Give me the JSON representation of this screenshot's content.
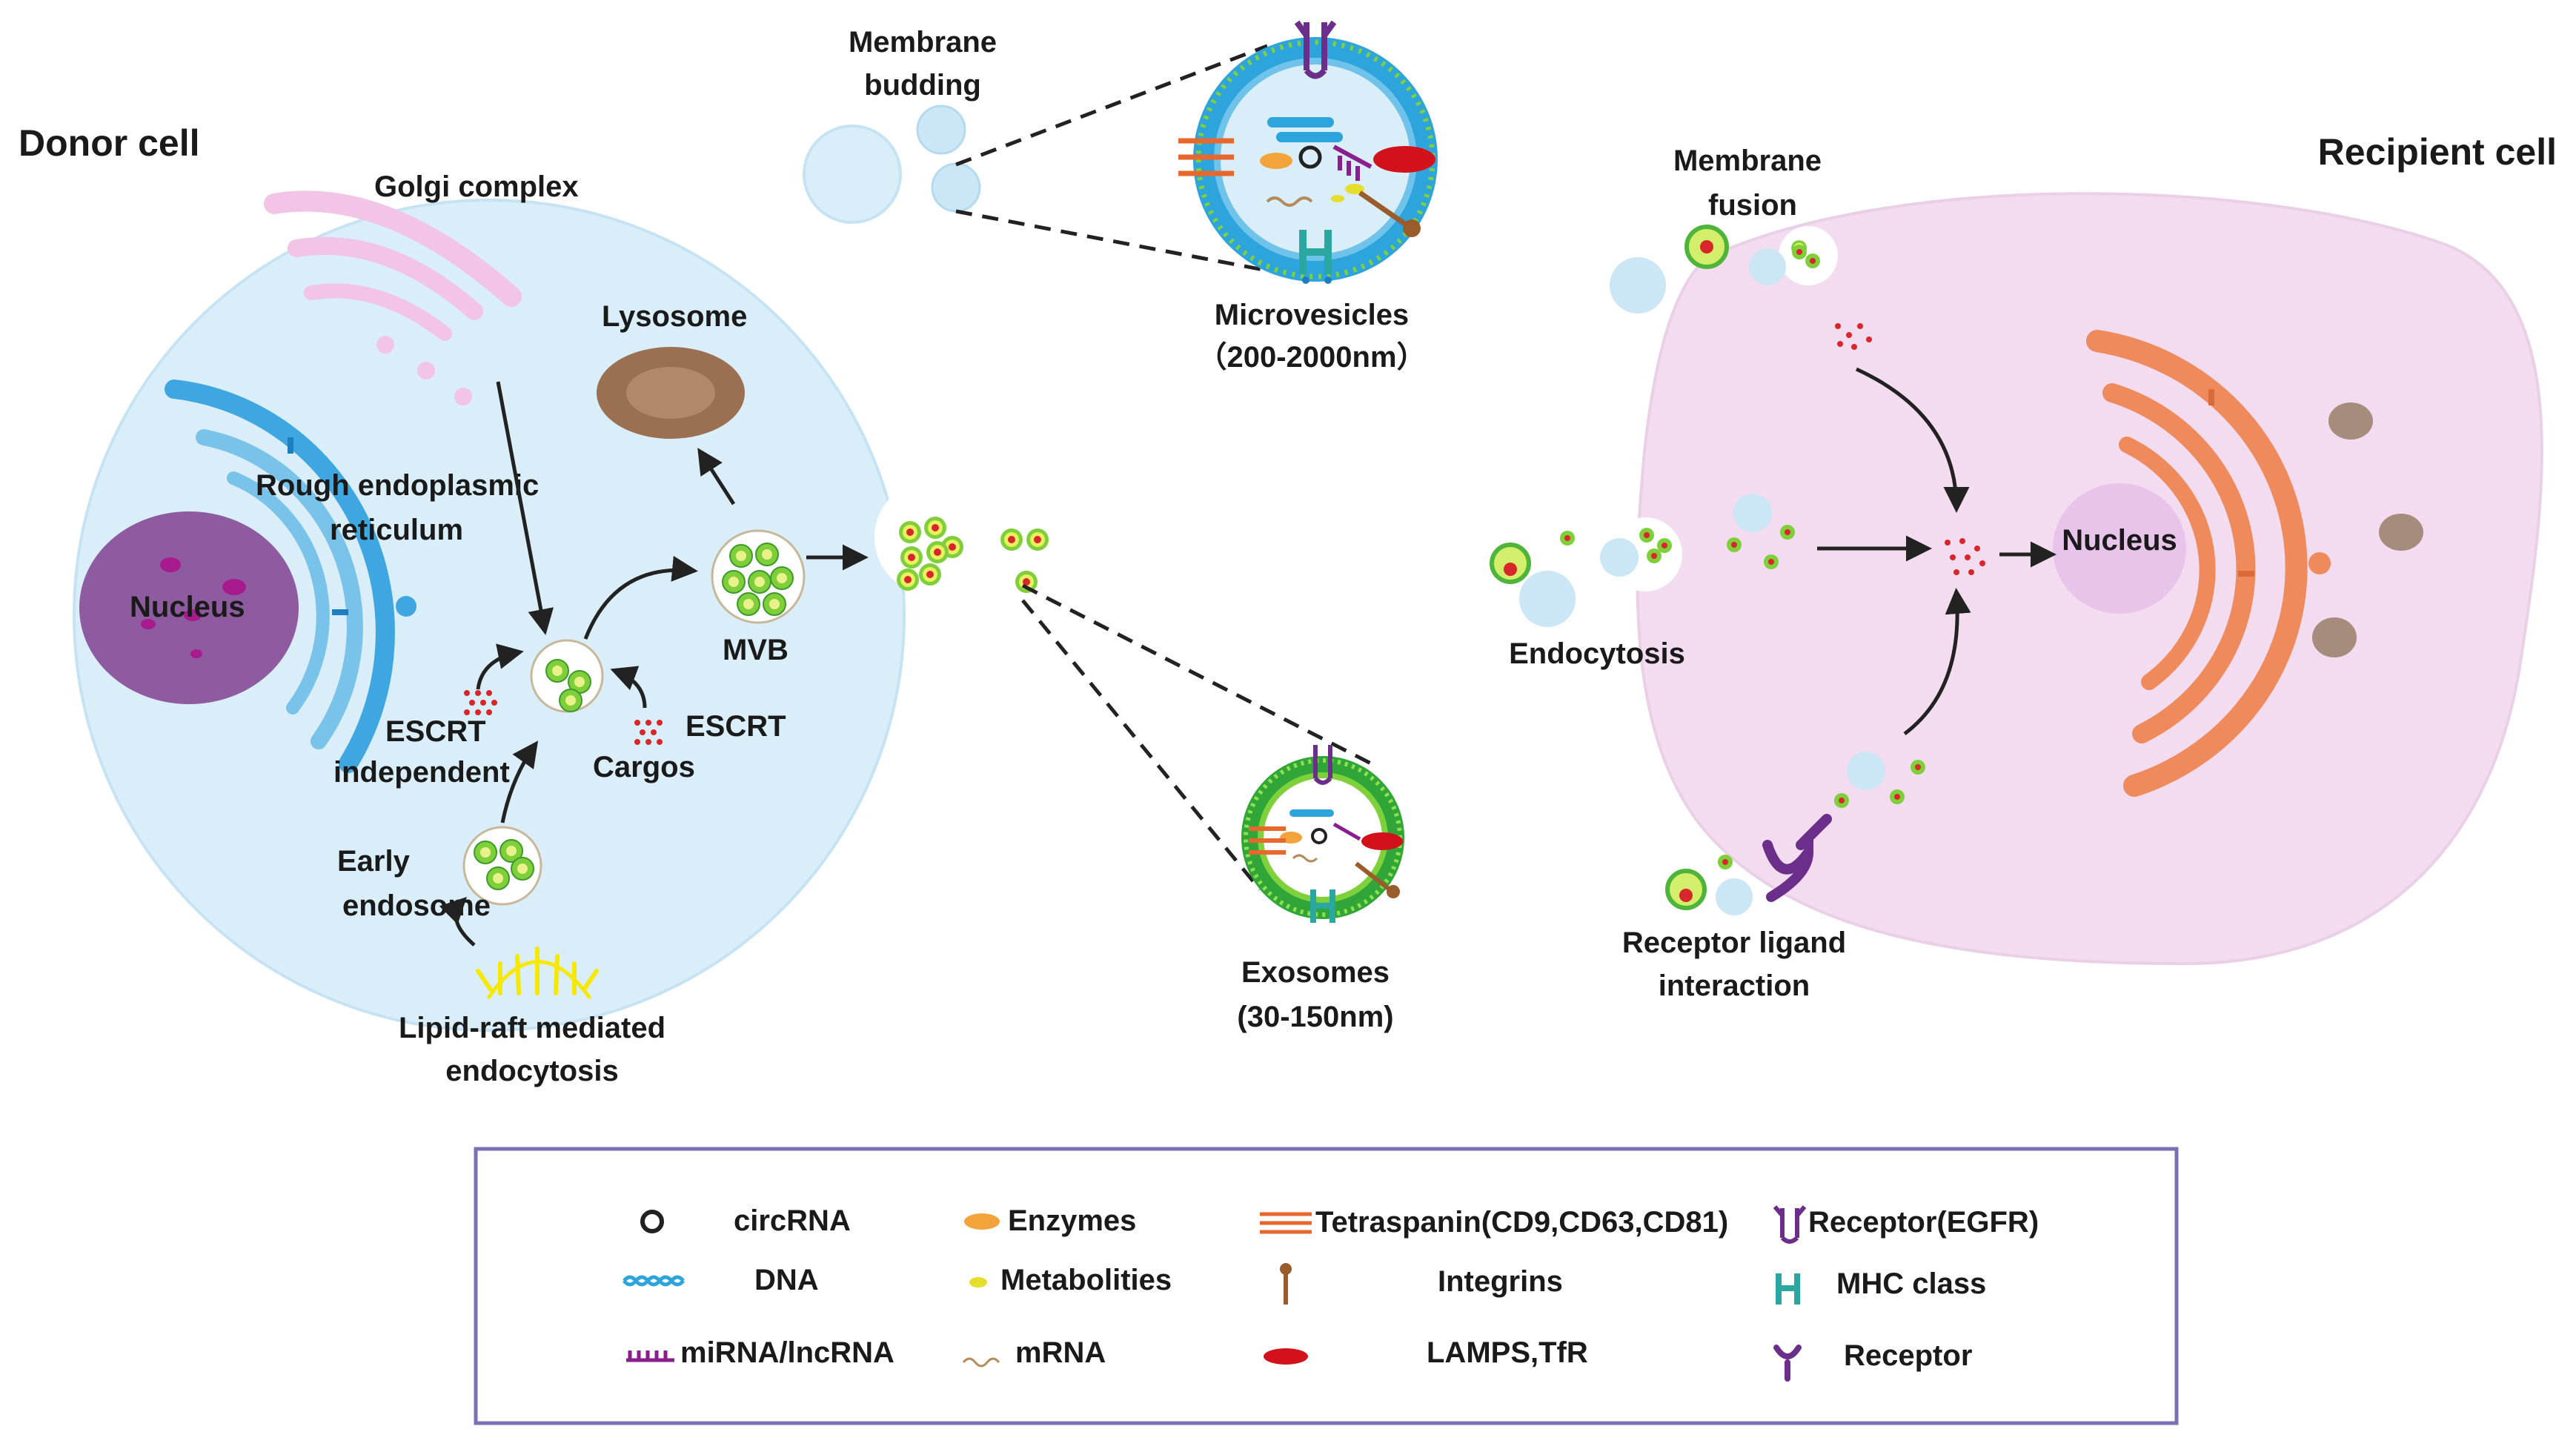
{
  "donor": {
    "title": "Donor cell",
    "golgi": "Golgi complex",
    "lysosome": "Lysosome",
    "er_line1": "Rough endoplasmic",
    "er_line2": "reticulum",
    "nucleus": "Nucleus",
    "mvb": "MVB",
    "escrt_indep_1": "ESCRT",
    "escrt_indep_2": "independent",
    "escrt": "ESCRT",
    "cargos": "Cargos",
    "early_1": "Early",
    "early_2": "endosome",
    "lipid_1": "Lipid-raft mediated",
    "lipid_2": "endocytosis"
  },
  "vesicles": {
    "budding_1": "Membrane",
    "budding_2": "budding",
    "micro_1": "Microvesicles",
    "micro_2": "（200-2000nm）",
    "exo_1": "Exosomes",
    "exo_2": "(30-150nm)"
  },
  "recipient": {
    "title": "Recipient cell",
    "fusion_1": "Membrane",
    "fusion_2": "fusion",
    "nucleus": "Nucleus",
    "endocytosis": "Endocytosis",
    "rli_1": "Receptor ligand",
    "rli_2": "interaction"
  },
  "legend": {
    "items": [
      {
        "icon": "circrna-icon",
        "label": "circRNA"
      },
      {
        "icon": "dna-icon",
        "label": "DNA"
      },
      {
        "icon": "mirna-icon",
        "label": "miRNA/lncRNA"
      },
      {
        "icon": "enzyme-icon",
        "label": "Enzymes"
      },
      {
        "icon": "metabolite-icon",
        "label": "Metabolities"
      },
      {
        "icon": "mrna-icon",
        "label": "mRNA"
      },
      {
        "icon": "tetraspanin-icon",
        "label": "Tetraspanin(CD9,CD63,CD81)"
      },
      {
        "icon": "integrin-icon",
        "label": "Integrins"
      },
      {
        "icon": "lamp-icon",
        "label": "LAMPS,TfR"
      },
      {
        "icon": "egfr-icon",
        "label": "Receptor(EGFR)"
      },
      {
        "icon": "mhc-icon",
        "label": "MHC class"
      },
      {
        "icon": "receptor-icon",
        "label": "Receptor"
      }
    ]
  },
  "colors": {
    "donor_fill": "#d9eef8",
    "recipient_fill": "#f3dcef",
    "er_blue": "#3ea6e0",
    "nucleus_purple": "#8e5aa0",
    "recipient_er": "#ef8a5c",
    "legend_border": "#7b6fb5"
  }
}
